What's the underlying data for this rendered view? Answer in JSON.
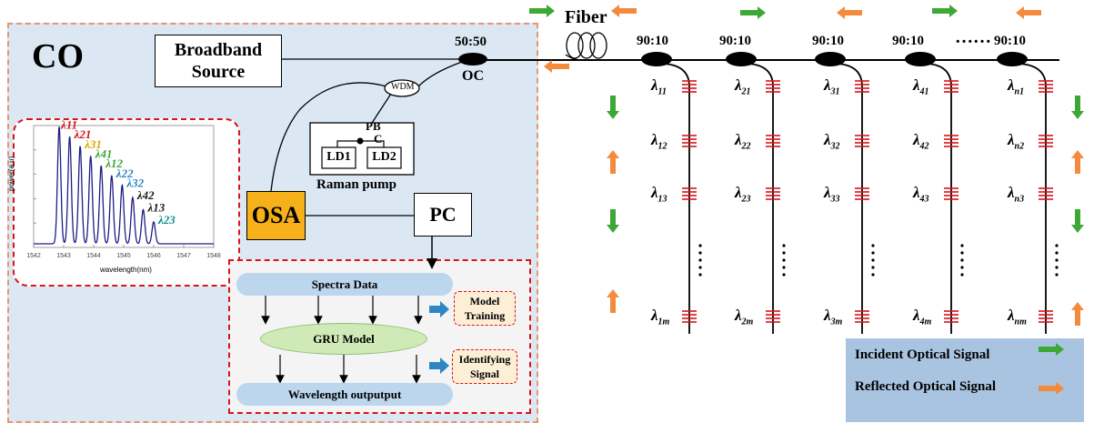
{
  "colors": {
    "co_bg": "#dbe8f4",
    "co_border": "#e8956a",
    "red_dash": "#d9141b",
    "osa_fill": "#f6b019",
    "pill_fill": "#bcd6ee",
    "ellipse_fill": "#cfe9b7",
    "note_fill": "#fcefd6",
    "legend_bg": "#a9c4e0",
    "green_arrow": "#3da836",
    "orange_arrow": "#f58a3c",
    "blue_arrow": "#2e87c4",
    "grating": "#d9141b",
    "trace": "#1d1d86"
  },
  "co": {
    "label": "CO"
  },
  "source": {
    "label_line1": "Broadband",
    "label_line2": "Source"
  },
  "coupler": {
    "ratio": "50:50",
    "label": "OC"
  },
  "wdm": {
    "label": "WDM"
  },
  "fiber": {
    "label": "Fiber"
  },
  "pump": {
    "pbc_line1": "PB",
    "pbc_line2": "C",
    "ld1": "LD1",
    "ld2": "LD2",
    "caption": "Raman pump"
  },
  "osa": {
    "label": "OSA"
  },
  "pc": {
    "label": "PC"
  },
  "taps": {
    "ratios": [
      "90:10",
      "90:10",
      "90:10",
      "90:10",
      "90:10"
    ],
    "ellipsis": "……"
  },
  "gratings": {
    "symbol": "λ",
    "col1": [
      "11",
      "12",
      "13",
      "1m"
    ],
    "col2": [
      "21",
      "22",
      "23",
      "2m"
    ],
    "col3": [
      "31",
      "32",
      "33",
      "3m"
    ],
    "col4": [
      "41",
      "42",
      "43",
      "4m"
    ],
    "coln": [
      "n1",
      "n2",
      "n3",
      "nm"
    ]
  },
  "workflow": {
    "spectra": "Spectra Data",
    "gru": "GRU Model",
    "output": "Wavelength outputput",
    "train_line1": "Model",
    "train_line2": "Training",
    "ident_line1": "Identifying",
    "ident_line2": "Signal"
  },
  "legend": {
    "incident": "Incident Optical Signal",
    "reflected": "Reflected Optical Signal"
  },
  "chart_data": {
    "type": "line",
    "xlabel": "wavelength(nm)",
    "ylabel": "power(a.u)",
    "xlim": [
      1542,
      1548
    ],
    "x_ticks": [
      "1542",
      "1543",
      "1544",
      "1545",
      "1546",
      "1547",
      "1548"
    ],
    "grid": false,
    "peaks": [
      {
        "label": "λ11",
        "x": 1542.85,
        "height": 0.96,
        "color": "#d9141b"
      },
      {
        "label": "λ21",
        "x": 1543.2,
        "height": 0.88,
        "color": "#d9141b"
      },
      {
        "label": "λ31",
        "x": 1543.55,
        "height": 0.8,
        "color": "#e0a800"
      },
      {
        "label": "λ41",
        "x": 1543.9,
        "height": 0.72,
        "color": "#3da836"
      },
      {
        "label": "λ12",
        "x": 1544.25,
        "height": 0.64,
        "color": "#3da836"
      },
      {
        "label": "λ22",
        "x": 1544.6,
        "height": 0.56,
        "color": "#2e87c4"
      },
      {
        "label": "λ32",
        "x": 1544.95,
        "height": 0.48,
        "color": "#2e87c4"
      },
      {
        "label": "λ42",
        "x": 1545.3,
        "height": 0.38,
        "color": "#1d1d1d"
      },
      {
        "label": "λ13",
        "x": 1545.65,
        "height": 0.28,
        "color": "#1d1d1d"
      },
      {
        "label": "λ23",
        "x": 1546.0,
        "height": 0.18,
        "color": "#0f8f8f"
      }
    ]
  }
}
